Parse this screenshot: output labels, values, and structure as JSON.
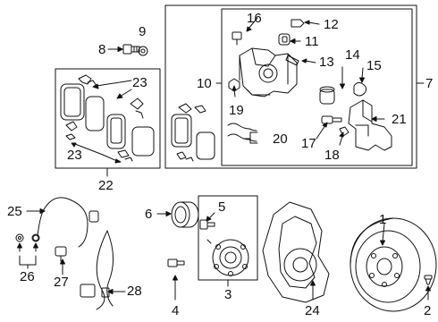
{
  "callouts": {
    "c1": "1",
    "c2": "2",
    "c3": "3",
    "c4": "4",
    "c5": "5",
    "c6": "6",
    "c7": "7",
    "c8": "8",
    "c9": "9",
    "c10": "10",
    "c11": "11",
    "c12": "12",
    "c13": "13",
    "c14": "14",
    "c15": "15",
    "c16": "16",
    "c17": "17",
    "c18": "18",
    "c19": "19",
    "c20": "20",
    "c21": "21",
    "c22": "22",
    "c23a": "23",
    "c23b": "23",
    "c24": "24",
    "c25": "25",
    "c26": "26",
    "c27": "27",
    "c28": "28"
  },
  "colors": {
    "ink": "#111111",
    "background": "#ffffff"
  }
}
